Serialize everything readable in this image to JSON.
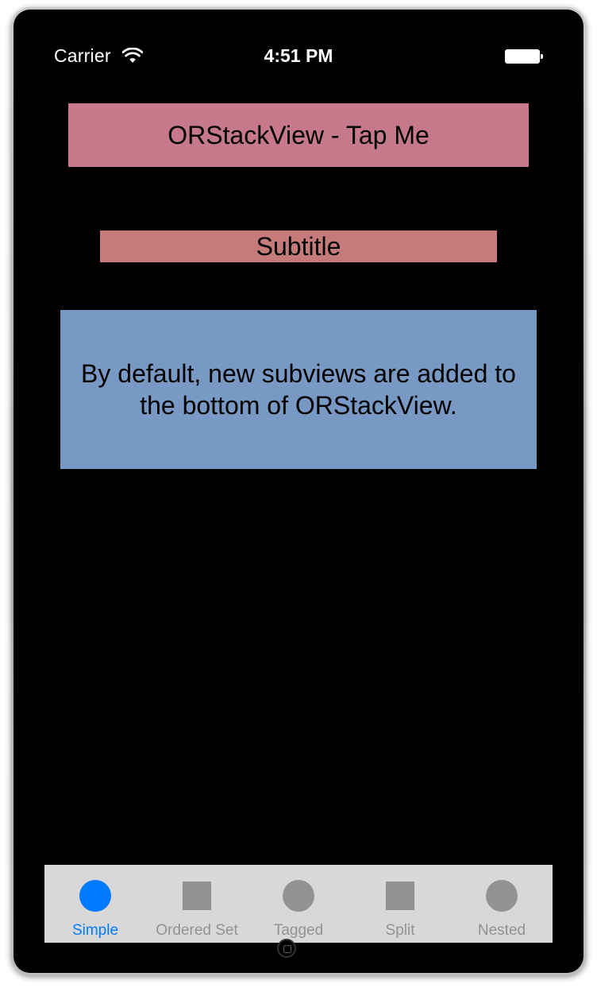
{
  "status_bar": {
    "carrier": "Carrier",
    "time": "4:51 PM",
    "wifi_icon": "wifi-icon",
    "battery_icon": "battery-full-icon"
  },
  "content": {
    "title_button_label": "ORStackView - Tap Me",
    "subtitle": "Subtitle",
    "description": "By default, new subviews are added to the bottom of ORStackView."
  },
  "tab_bar": {
    "tabs": [
      {
        "label": "Simple",
        "icon": "circle-icon",
        "selected": true
      },
      {
        "label": "Ordered Set",
        "icon": "square-icon",
        "selected": false
      },
      {
        "label": "Tagged",
        "icon": "circle-icon",
        "selected": false
      },
      {
        "label": "Split",
        "icon": "square-icon",
        "selected": false
      },
      {
        "label": "Nested",
        "icon": "circle-icon",
        "selected": false
      }
    ]
  },
  "colors": {
    "title_bg": "#c6798b",
    "subtitle_bg": "#c67b7b",
    "description_bg": "#7899c4",
    "tab_selected": "#007aff",
    "tab_unselected": "#929292",
    "tab_bar_bg": "#d8d8d8"
  }
}
